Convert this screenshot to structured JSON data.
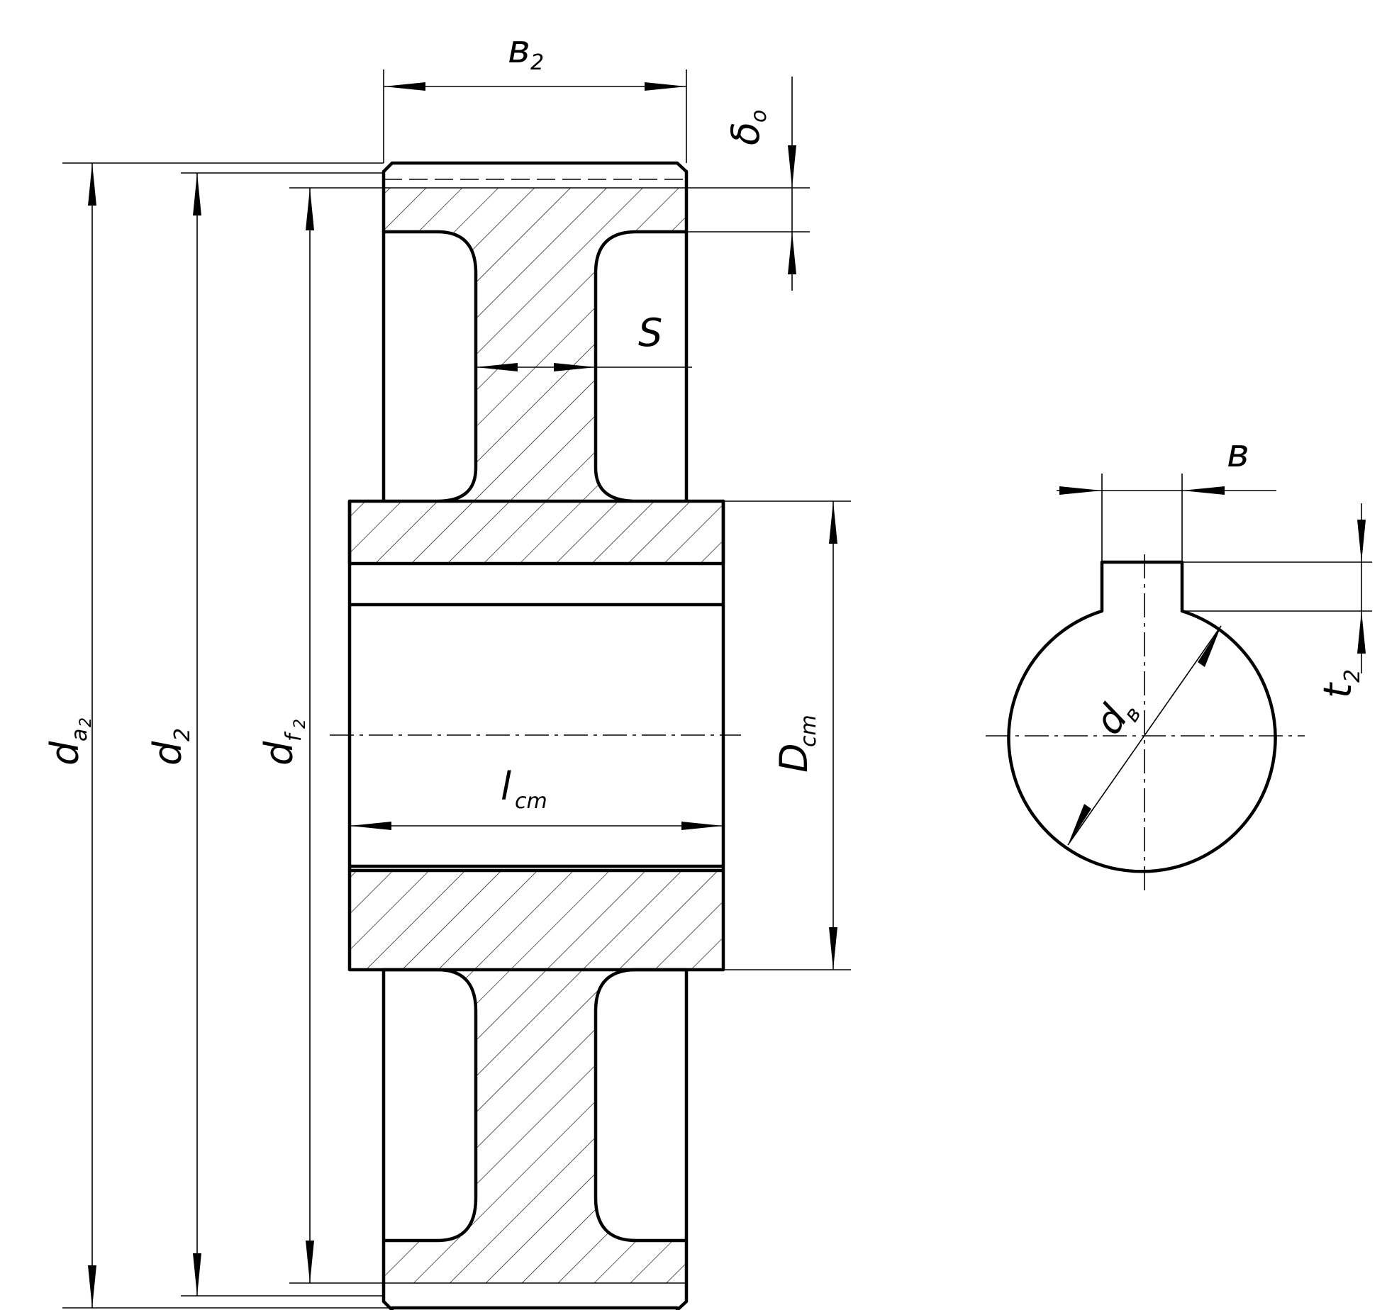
{
  "dimensions": {
    "b2": {
      "main": "в",
      "sub": "2"
    },
    "delta0": {
      "main": "δ",
      "sub": "о"
    },
    "s": {
      "main": "S"
    },
    "da2": {
      "main": "d",
      "sub": "a",
      "sub2": "2"
    },
    "d2": {
      "main": "d",
      "sub": "2"
    },
    "df2": {
      "main": "d",
      "sub": "f",
      "sub2": "2"
    },
    "lcm": {
      "main": "l",
      "sub": "cm"
    },
    "dcm": {
      "main": "D",
      "sub": "cm"
    },
    "b": {
      "main": "в"
    },
    "t2": {
      "main": "t",
      "sub": "2"
    },
    "dv": {
      "main": "d",
      "sub": "в"
    }
  }
}
